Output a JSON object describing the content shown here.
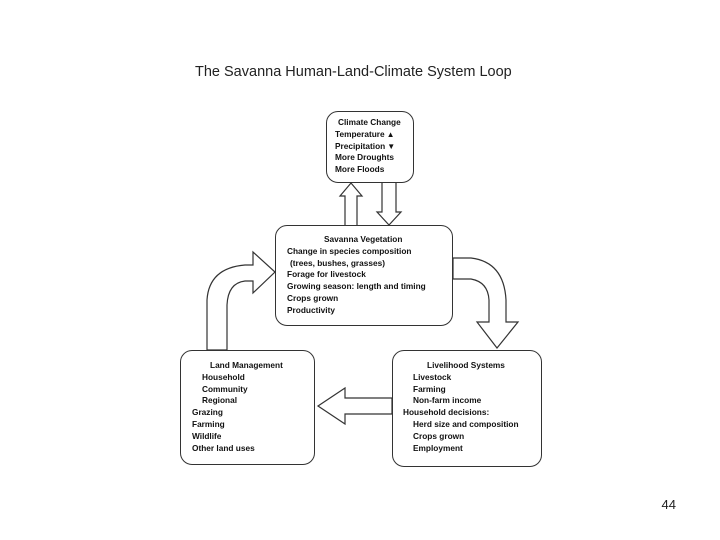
{
  "title": "The Savanna Human-Land-Climate System Loop",
  "climate": {
    "heading": "Climate Change",
    "lines": [
      "Temperature",
      "Precipitation",
      "More Droughts",
      "More Floods"
    ],
    "up_glyph": "▲",
    "down_glyph": "▼"
  },
  "savanna": {
    "heading": "Savanna Vegetation",
    "lines": [
      "Change in species composition",
      "(trees, bushes, grasses)",
      "Forage for livestock",
      "Growing season: length and timing",
      "Crops grown",
      "Productivity"
    ]
  },
  "land": {
    "heading": "Land Management",
    "scale": [
      "Household",
      "Community",
      "Regional"
    ],
    "uses": [
      "Grazing",
      "Farming",
      "Wildlife",
      "Other land uses"
    ]
  },
  "livelihood": {
    "heading": "Livelihood Systems",
    "scale": [
      "Livestock",
      "Farming",
      "Non-farm income"
    ],
    "decisions_label": "Household decisions:",
    "decisions": [
      "Herd size and composition",
      "Crops grown",
      "Employment"
    ]
  },
  "page_number": "44"
}
